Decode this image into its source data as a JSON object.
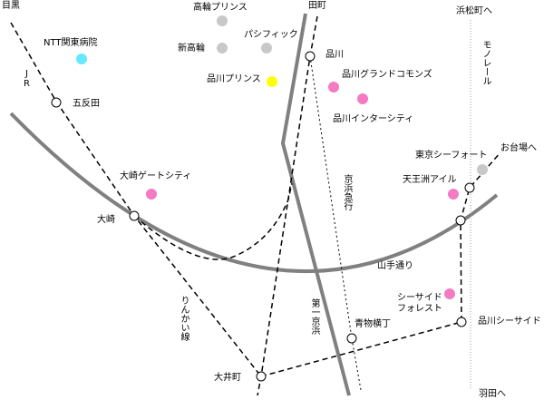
{
  "colors": {
    "road": "#808080",
    "rail": "#000000",
    "monorail": "#9a9a9a",
    "station_fill": "#ffffff",
    "hotel": "#c8c8c8",
    "building": "#f47ac4",
    "hospital": "#66e8ff",
    "prince_hotel": "#ffff00"
  },
  "directions": {
    "meguro": "目黒",
    "tamachi": "田町",
    "hamamatsucho": "浜松町へ",
    "odaiba": "お台場へ",
    "haneda": "羽田へ"
  },
  "lines": {
    "jr": "JR",
    "keikyu": "京浜急行",
    "rinkai": "りんかい線",
    "daiichi_keihin": "第一京浜",
    "yamate_dori": "山手通り",
    "monorail": "モノレール"
  },
  "stations": {
    "gotanda": "五反田",
    "osaki": "大崎",
    "shinagawa": "品川",
    "tennozu_isle": "天王洲アイル",
    "shinagawa_seaside": "品川シーサイド",
    "aomono_yokocho": "青物横丁",
    "oimachi": "大井町"
  },
  "landmarks": {
    "ntt_hospital": "NTT関東病院",
    "takanawa_prince": "高輪プリンス",
    "shin_takanawa": "新高輪",
    "pacific": "パシフィック",
    "shinagawa_prince": "品川プリンス",
    "grand_commons": "品川グランドコモンズ",
    "intercity": "品川インターシティ",
    "osaki_gate_city": "大崎ゲートシティ",
    "tokyo_seafort": "東京シーフォート",
    "seaside_forest": "シーサイドフォレスト"
  }
}
